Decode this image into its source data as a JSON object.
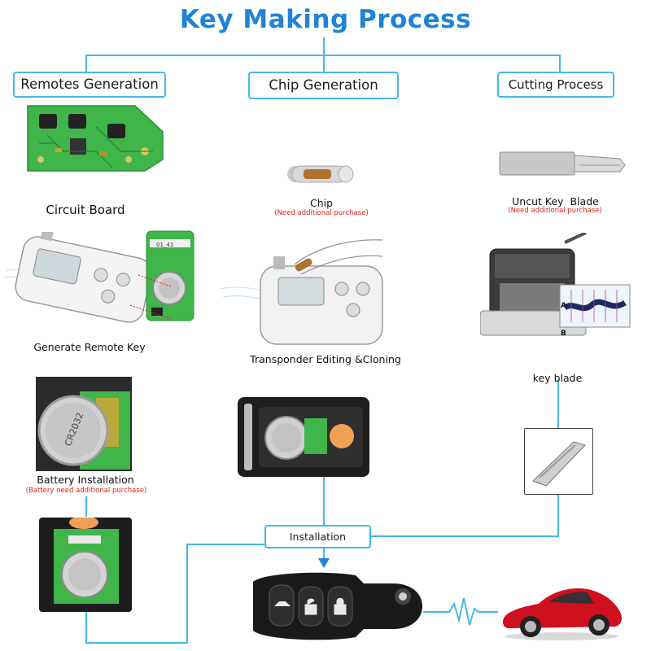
{
  "title": "Key Making Process",
  "columns": {
    "remotes": {
      "header": "Remotes Generation"
    },
    "chip": {
      "header": "Chip Generation"
    },
    "cutting": {
      "header": "Cutting Process"
    }
  },
  "steps": {
    "circuit_board": "Circuit Board",
    "generate_remote": "Generate Remote Key",
    "battery_installation": "Battery Installation",
    "battery_note": "(Battery need additional purchase)",
    "chip": "Chip",
    "chip_note": "(Need additional purchase)",
    "transponder": "Transponder Editing &Cloning",
    "uncut_blade": "Uncut Key  Blade",
    "uncut_note": "(Need additional purchase)",
    "key_blade": "key blade",
    "installation": "Installation",
    "machine_letter_a": "A",
    "machine_letter_b": "B",
    "chip_sticker_text": "01_41",
    "battery_text": "CR2032"
  },
  "colors": {
    "title": "#1f83d6",
    "flow_line": "#45b9e6",
    "note_red": "#e0261a",
    "pcb_green": "#3fb54a",
    "car_red": "#d0101c"
  }
}
